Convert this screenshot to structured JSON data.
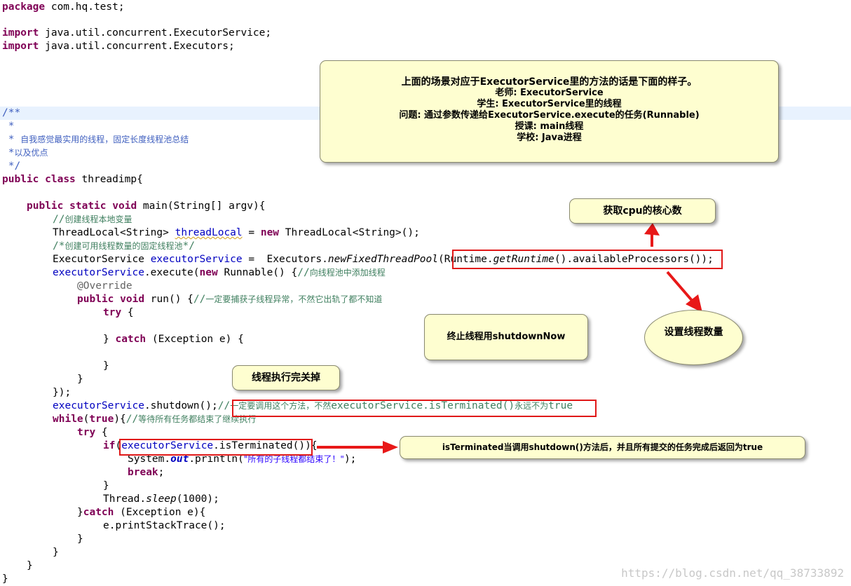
{
  "code": {
    "package_kw": "package",
    "package_name": " com.hq.test;",
    "import_kw": "import",
    "import1": " java.util.concurrent.ExecutorService;",
    "import2": " java.util.concurrent.Executors;",
    "doc_open": "/**",
    "doc_star": " *",
    "doc_prefix": " * ",
    "doc_line1": "自我感觉最实用的线程，固定长度线程池总结",
    "doc_prefix2": " *",
    "doc_line2": "以及优点",
    "doc_close": " */",
    "public_kw": "public",
    "class_kw": "class",
    "class_name": " threadimp{",
    "static_kw": "static",
    "void_kw": "void",
    "main_sig": " main(String[] argv){",
    "c1_slashes": "//",
    "c1_text": "创建线程本地变量",
    "tl_type": "ThreadLocal<String> ",
    "tl_var": "threadLocal",
    "tl_eq": " = ",
    "new_kw": "new",
    "tl_rest": " ThreadLocal<String>();",
    "c2_open": "/*",
    "c2_text": "创建可用线程数量的固定线程池",
    "c2_close": "*/",
    "es_type": "ExecutorService ",
    "es_var": "executorService",
    "es_eq": " =  Executors.",
    "es_method": "newFixedThreadPool",
    "es_paren": "(",
    "rt": "Runtime.",
    "rt_get": "getRuntime",
    "rt_rest": "().availableProcessors()",
    "es_end": ");",
    "ex_var": "executorService",
    "ex_call": ".execute(",
    "ex_rest": " Runnable() {",
    "ex_cm_slash": "//",
    "ex_cm_text": "向线程池中添加线程",
    "override": "@Override",
    "run_sig": " run() {",
    "run_cm_slash": "//",
    "run_cm_text": "一定要捕获子线程异常，不然它出轨了都不知道",
    "try_kw": "try",
    "brace_open": " {",
    "close_brace": "}",
    "catch_kw": "catch",
    "catch_rest": " (Exception e) {",
    "end_exec": "});",
    "sd_var": "executorService",
    "sd_call": ".shutdown();",
    "sd_cm_slash": "//",
    "sd_cm_text": "一定要调用这个方法，不然",
    "sd_cm_code": "executorService.isTerminated()",
    "sd_cm_text2": "永远不为",
    "sd_cm_true": "true",
    "while_kw": "while",
    "true_kw": "true",
    "while_open": "(",
    "while_close": "){",
    "while_cm_slash": "//",
    "while_cm_text": "等待所有任务都结束了继续执行",
    "if_kw": "if",
    "if_open": "(",
    "it_var": "executorService",
    "it_call": ".isTerminated()",
    "if_close": "){",
    "sys": "System.",
    "sys_out": "out",
    "sys_println": ".println(",
    "sys_str": "\"所有的子线程都结束了！\"",
    "sys_end": ");",
    "break_kw": "break",
    "semicolon": ";",
    "sleep_pre": "Thread.",
    "sleep_m": "sleep",
    "sleep_arg": "(1000);",
    "catch2_pre": "}",
    "catch2_rest": " (Exception e){",
    "pst": "e.printStackTrace();"
  },
  "notes": {
    "scenario": {
      "l1": "上面的场景对应于ExecutorService里的方法的话是下面的样子。",
      "l2": "老师: ExecutorService",
      "l3": "学生: ExecutorService里的线程",
      "l4": "问题: 通过参数传递给ExecutorService.execute的任务(Runnable)",
      "l5": "授课: main线程",
      "l6": "学校: Java进程"
    },
    "cpu": "获取cpu的核心数",
    "set_count": "设置线程数量",
    "shutdown_now": "终止线程用shutdownNow",
    "close_after": "线程执行完关掉",
    "is_terminated": "isTerminated当调用shutdown()方法后，并且所有提交的任务完成后返回为true"
  },
  "watermark": "https://blog.csdn.net/qq_38733892",
  "colors": {
    "keyword": "#7f0055",
    "comment": "#3f7f5f",
    "javadoc": "#3f5fbf",
    "field": "#0000c0",
    "string": "#2a00ff",
    "annotation": "#646464",
    "note_bg": "#fefed0",
    "highlight_red": "#e01818"
  }
}
